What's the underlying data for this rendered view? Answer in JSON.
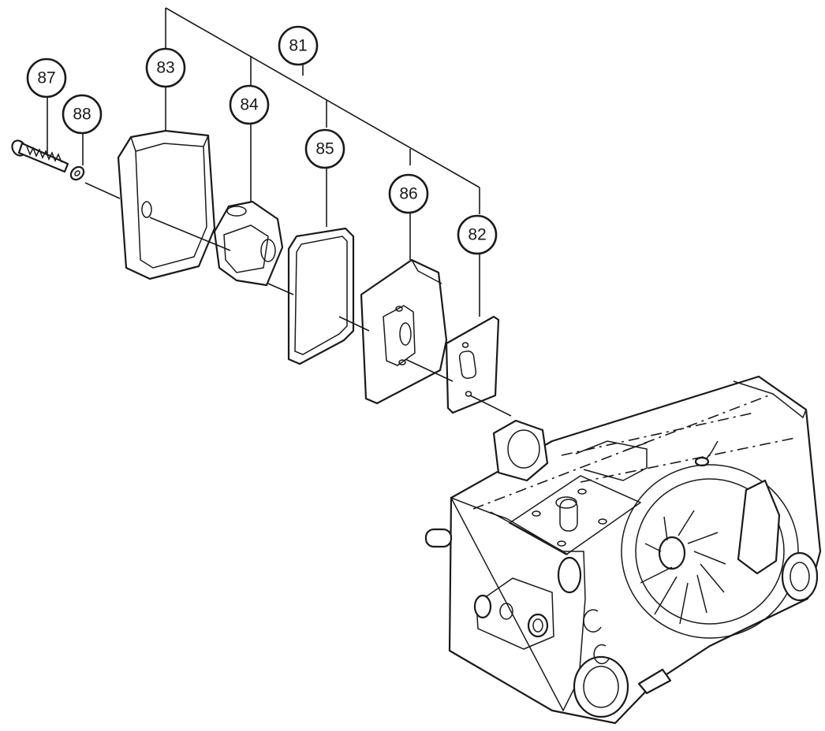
{
  "callouts": [
    {
      "id": "81",
      "label": "81"
    },
    {
      "id": "82",
      "label": "82"
    },
    {
      "id": "83",
      "label": "83"
    },
    {
      "id": "84",
      "label": "84"
    },
    {
      "id": "85",
      "label": "85"
    },
    {
      "id": "86",
      "label": "86"
    },
    {
      "id": "87",
      "label": "87"
    },
    {
      "id": "88",
      "label": "88"
    }
  ],
  "colors": {
    "ink": "#1a1a1a",
    "paper": "#ffffff"
  }
}
